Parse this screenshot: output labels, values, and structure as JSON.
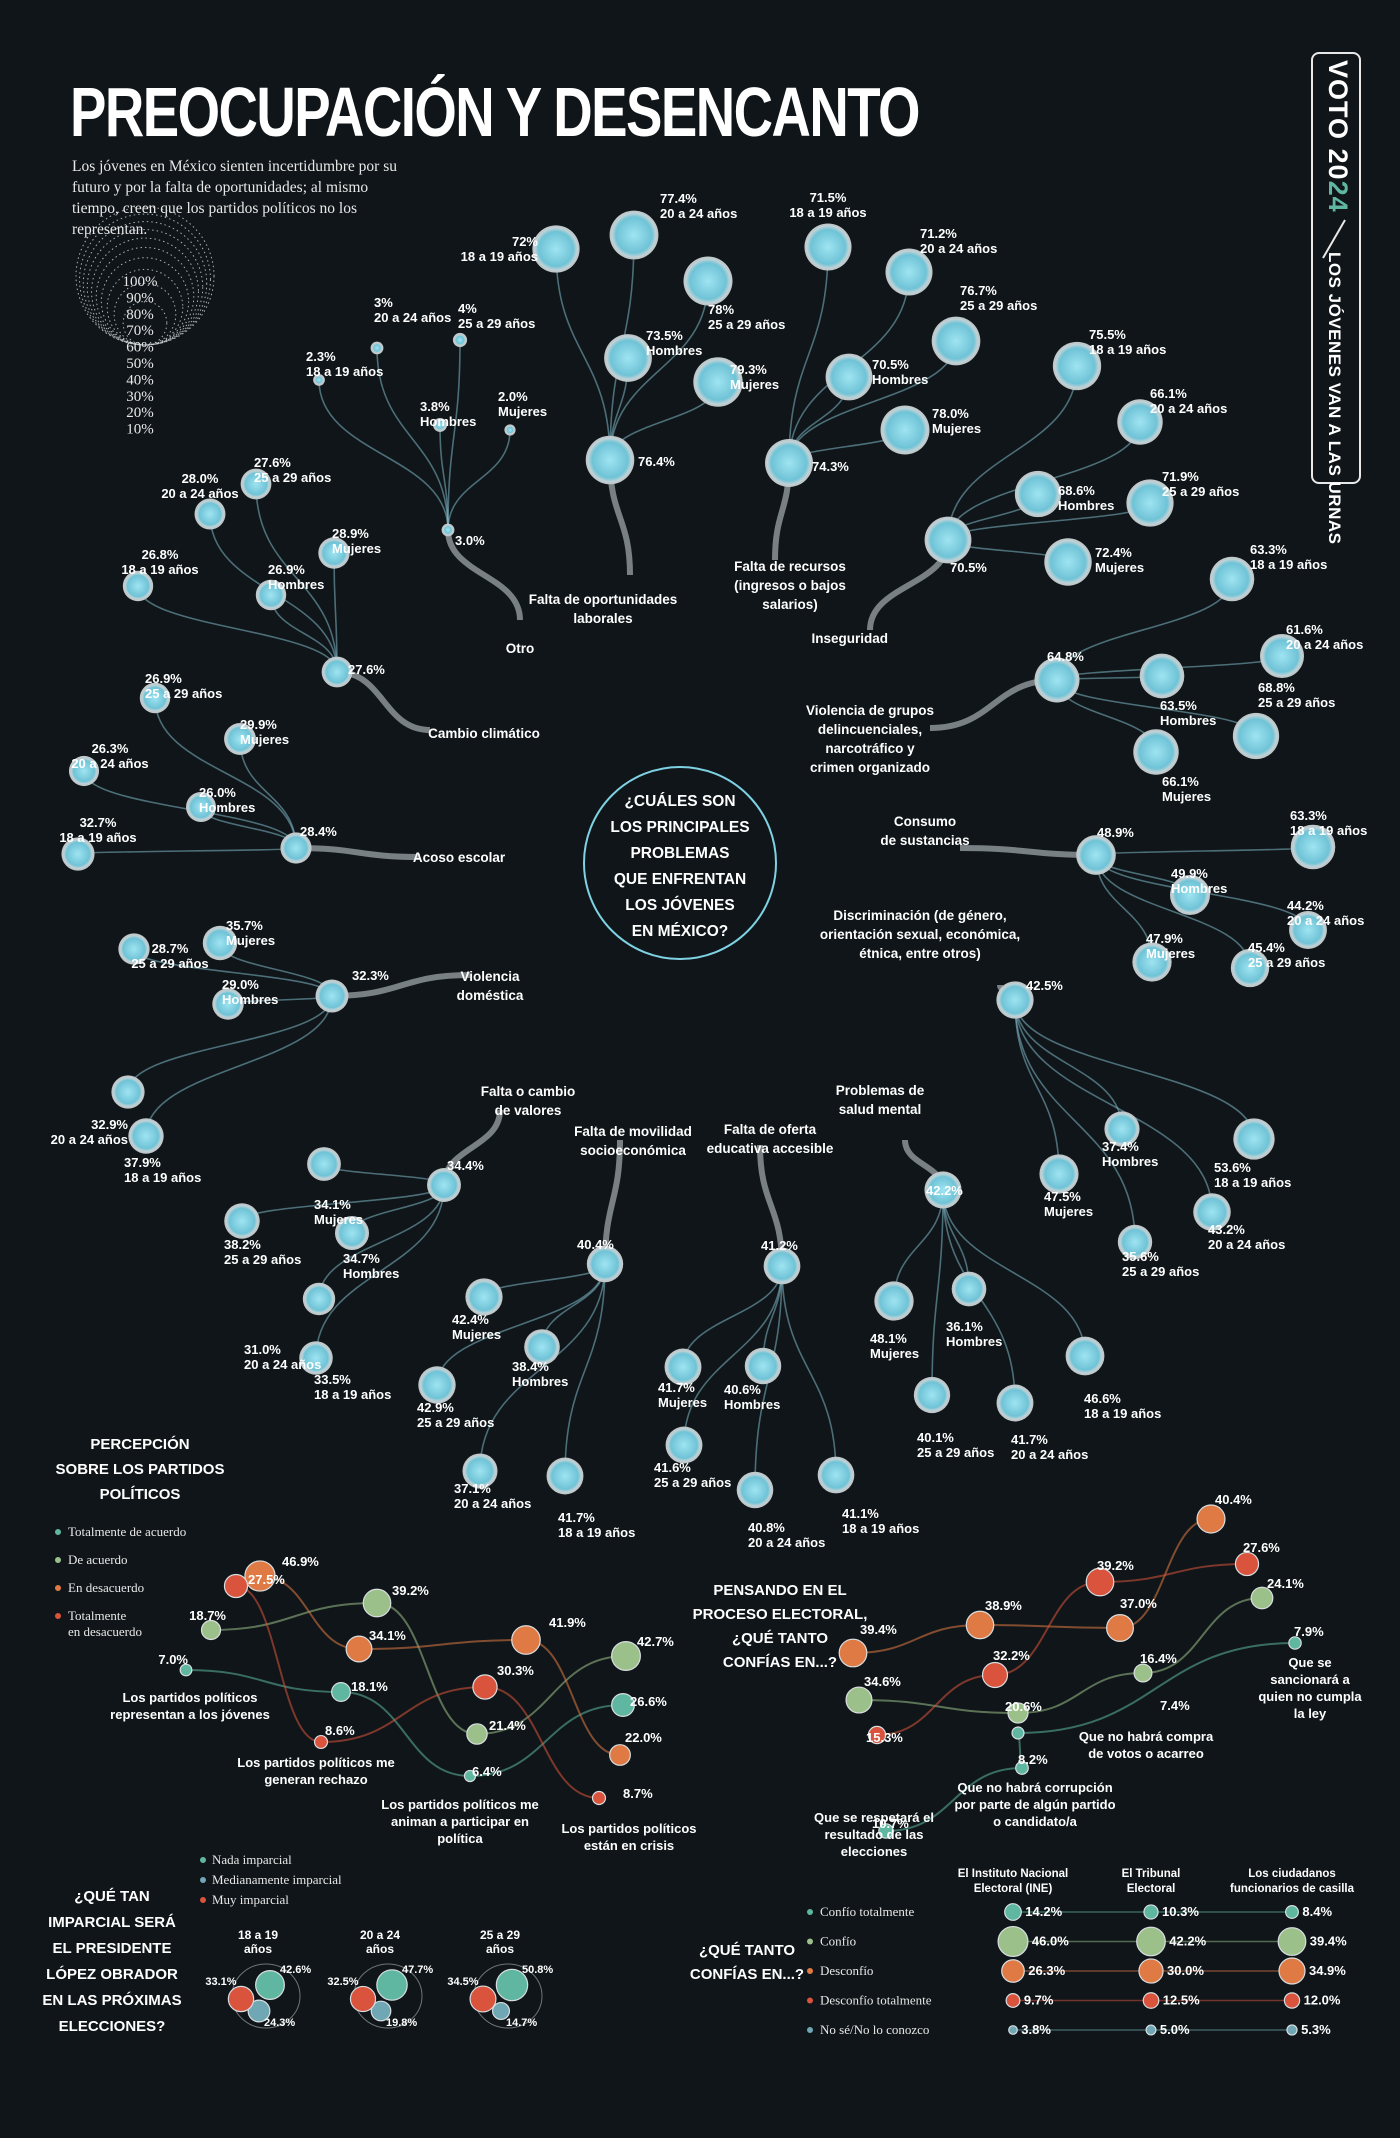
{
  "header": {
    "title": "PREOCUPACIÓN Y DESENCANTO",
    "subtitle": "Los jóvenes en México sienten incertidumbre por su futuro y por la falta de oportunidades; al mismo tiempo, creen que los partidos políticos no los representan.",
    "badge_voto": "VOTO 20",
    "badge_year": "24",
    "badge_sub": "LOS JÓVENES VAN A LAS URNAS"
  },
  "scale_legend": [
    "100%",
    "90%",
    "80%",
    "70%",
    "60%",
    "50%",
    "40%",
    "30%",
    "20%",
    "10%"
  ],
  "center_question": [
    "¿CUÁLES SON",
    "LOS PRINCIPALES",
    "PROBLEMAS",
    "QUE ENFRENTAN",
    "LOS JÓVENES",
    "EN MÉXICO?"
  ],
  "colors": {
    "bubble": "#7fd2e3",
    "stem": "#7fb8c8",
    "nada": "#5fb7a2",
    "mediana": "#9cc08a",
    "muy": "#d9533d",
    "confio_tot": "#5fb7a2",
    "confio": "#9cc08a",
    "desconfio": "#e07a45",
    "desconfio_tot": "#d9533d",
    "no_se": "#6fa7b4",
    "bg": "#0f1518"
  },
  "chart_data": [
    {
      "type": "scatter",
      "title": "¿CUÁLES SON LOS PRINCIPALES PROBLEMAS QUE ENFRENTAN LOS JÓVENES EN MÉXICO?",
      "problems": [
        {
          "name": "Falta de oportunidades laborales",
          "total": "76.4%",
          "subgroups": [
            {
              "label": "18 a 19 años",
              "value": "72%"
            },
            {
              "label": "20 a 24 años",
              "value": "77.4%"
            },
            {
              "label": "25 a 29 años",
              "value": "78%"
            },
            {
              "label": "Hombres",
              "value": "73.5%"
            },
            {
              "label": "Mujeres",
              "value": "79.3%"
            }
          ]
        },
        {
          "name": "Falta de recursos (ingresos o bajos salarios)",
          "total": "74.3%",
          "subgroups": [
            {
              "label": "18 a 19 años",
              "value": "71.5%"
            },
            {
              "label": "20 a 24 años",
              "value": "71.2%"
            },
            {
              "label": "25 a 29 años",
              "value": "76.7%"
            },
            {
              "label": "Hombres",
              "value": "70.5%"
            },
            {
              "label": "Mujeres",
              "value": "78.0%"
            }
          ]
        },
        {
          "name": "Inseguridad",
          "total": "70.5%",
          "subgroups": [
            {
              "label": "18 a 19 años",
              "value": "75.5%"
            },
            {
              "label": "20 a 24 años",
              "value": "66.1%"
            },
            {
              "label": "25 a 29 años",
              "value": "71.9%"
            },
            {
              "label": "Hombres",
              "value": "68.6%"
            },
            {
              "label": "Mujeres",
              "value": "72.4%"
            }
          ]
        },
        {
          "name": "Violencia de grupos delincuenciales, narcotráfico y crimen organizado",
          "total": "64.8%",
          "subgroups": [
            {
              "label": "18 a 19 años",
              "value": "63.3%"
            },
            {
              "label": "20 a 24 años",
              "value": "61.6%"
            },
            {
              "label": "25 a 29 años",
              "value": "68.8%"
            },
            {
              "label": "Hombres",
              "value": "63.5%"
            },
            {
              "label": "Mujeres",
              "value": "66.1%"
            }
          ]
        },
        {
          "name": "Consumo de sustancias",
          "total": "48.9%",
          "subgroups": [
            {
              "label": "18 a 19 años",
              "value": "63.3%"
            },
            {
              "label": "20 a 24 años",
              "value": "44.2%"
            },
            {
              "label": "25 a 29 años",
              "value": "45.4%"
            },
            {
              "label": "Hombres",
              "value": "49.9%"
            },
            {
              "label": "Mujeres",
              "value": "47.9%"
            }
          ]
        },
        {
          "name": "Discriminación (de género, orientación sexual, económica, étnica, entre otros)",
          "total": "42.5%",
          "subgroups": [
            {
              "label": "18 a 19 años",
              "value": "53.6%"
            },
            {
              "label": "20 a 24 años",
              "value": "43.2%"
            },
            {
              "label": "25 a 29 años",
              "value": "35.6%"
            },
            {
              "label": "Hombres",
              "value": "37.4%"
            },
            {
              "label": "Mujeres",
              "value": "47.5%"
            }
          ]
        },
        {
          "name": "Problemas de salud mental",
          "total": "42.2%",
          "subgroups": [
            {
              "label": "18 a 19 años",
              "value": "46.6%"
            },
            {
              "label": "20 a 24 años",
              "value": "41.7%"
            },
            {
              "label": "25 a 29 años",
              "value": "40.1%"
            },
            {
              "label": "Hombres",
              "value": "36.1%"
            },
            {
              "label": "Mujeres",
              "value": "48.1%"
            }
          ]
        },
        {
          "name": "Falta de oferta educativa accesible",
          "total": "41.2%",
          "subgroups": [
            {
              "label": "18 a 19 años",
              "value": "41.1%"
            },
            {
              "label": "20 a 24 años",
              "value": "40.8%"
            },
            {
              "label": "25 a 29 años",
              "value": "41.6%"
            },
            {
              "label": "Hombres",
              "value": "40.6%"
            },
            {
              "label": "Mujeres",
              "value": "41.7%"
            }
          ]
        },
        {
          "name": "Falta de movilidad socioeconómica",
          "total": "40.4%",
          "subgroups": [
            {
              "label": "18 a 19 años",
              "value": "41.7%"
            },
            {
              "label": "20 a 24 años",
              "value": "37.1%"
            },
            {
              "label": "25 a 29 años",
              "value": "42.9%"
            },
            {
              "label": "Hombres",
              "value": "38.4%"
            },
            {
              "label": "Mujeres",
              "value": "42.4%"
            }
          ]
        },
        {
          "name": "Falta o cambio de valores",
          "total": "34.4%",
          "subgroups": [
            {
              "label": "18 a 19 años",
              "value": "33.5%"
            },
            {
              "label": "20 a 24 años",
              "value": "31.0%"
            },
            {
              "label": "25 a 29 años",
              "value": "38.2%"
            },
            {
              "label": "Hombres",
              "value": "34.7%"
            },
            {
              "label": "Mujeres",
              "value": "34.1%"
            }
          ]
        },
        {
          "name": "Violencia doméstica",
          "total": "32.3%",
          "subgroups": [
            {
              "label": "18 a 19 años",
              "value": "37.9%"
            },
            {
              "label": "20 a 24 años",
              "value": "32.9%"
            },
            {
              "label": "25 a 29 años",
              "value": "28.7%"
            },
            {
              "label": "Hombres",
              "value": "29.0%"
            },
            {
              "label": "Mujeres",
              "value": "35.7%"
            }
          ]
        },
        {
          "name": "Acoso escolar",
          "total": "28.4%",
          "subgroups": [
            {
              "label": "18 a 19 años",
              "value": "32.7%"
            },
            {
              "label": "20 a 24 años",
              "value": "26.3%"
            },
            {
              "label": "25 a 29 años",
              "value": "26.9%"
            },
            {
              "label": "Hombres",
              "value": "26.0%"
            },
            {
              "label": "Mujeres",
              "value": "29.9%"
            }
          ]
        },
        {
          "name": "Cambio climático",
          "total": "27.6%",
          "subgroups": [
            {
              "label": "18 a 19 años",
              "value": "26.8%"
            },
            {
              "label": "20 a 24 años",
              "value": "28.0%"
            },
            {
              "label": "25 a 29 años",
              "value": "27.6%"
            },
            {
              "label": "Hombres",
              "value": "26.9%"
            },
            {
              "label": "Mujeres",
              "value": "28.9%"
            }
          ]
        },
        {
          "name": "Otro",
          "total": "3.0%",
          "subgroups": [
            {
              "label": "18 a 19 años",
              "value": "2.3%"
            },
            {
              "label": "20 a 24 años",
              "value": "3%"
            },
            {
              "label": "25 a 29 años",
              "value": "4%"
            },
            {
              "label": "Hombres",
              "value": "3.8%"
            },
            {
              "label": "Mujeres",
              "value": "2.0%"
            }
          ]
        }
      ]
    },
    {
      "type": "scatter",
      "title": "PERCEPCIÓN SOBRE LOS PARTIDOS POLÍTICOS",
      "legend": [
        "Totalmente de acuerdo",
        "De acuerdo",
        "En desacuerdo",
        "Totalmente en desacuerdo"
      ],
      "statements": [
        {
          "name": "Los partidos políticos representan a los jóvenes",
          "values": [
            "7.0%",
            "18.7%",
            "46.9%",
            "27.5%"
          ]
        },
        {
          "name": "Los partidos políticos me generan rechazo",
          "values": [
            "18.1%",
            "39.2%",
            "34.1%",
            "8.6%"
          ]
        },
        {
          "name": "Los partidos políticos me animan a participar en política",
          "values": [
            "6.4%",
            "21.4%",
            "41.9%",
            "30.3%"
          ]
        },
        {
          "name": "Los partidos políticos están en crisis",
          "values": [
            "26.6%",
            "42.7%",
            "22.0%",
            "8.7%"
          ]
        }
      ]
    },
    {
      "type": "scatter",
      "title": "PENSANDO EN EL PROCESO ELECTORAL, ¿QUÉ TANTO CONFÍAS EN...?",
      "legend": [
        "Confío totalmente",
        "Confío",
        "Desconfío",
        "Desconfío totalmente"
      ],
      "statements": [
        {
          "name": "Que se respetará el resultado de las elecciones",
          "values": [
            "10.7%",
            "34.6%",
            "39.4%",
            "15.3%"
          ]
        },
        {
          "name": "Que no habrá corrupción por parte de algún partido o candidato/a",
          "values": [
            "8.2%",
            "20.6%",
            "38.9%",
            "32.2%"
          ]
        },
        {
          "name": "Que no habrá compra de votos o acarreo",
          "values": [
            "7.4%",
            "16.4%",
            "37.0%",
            "39.2%"
          ]
        },
        {
          "name": "Que se sancionará a quien no cumpla la ley",
          "values": [
            "7.9%",
            "24.1%",
            "40.4%",
            "27.6%"
          ]
        }
      ]
    },
    {
      "type": "scatter",
      "title": "¿QUÉ TAN IMPARCIAL SERÁ EL PRESIDENTE LÓPEZ OBRADOR EN LAS PRÓXIMAS ELECCIONES?",
      "legend": [
        "Nada imparcial",
        "Medianamente imparcial",
        "Muy imparcial"
      ],
      "groups": [
        {
          "name": "18 a 19 años",
          "values": [
            "42.6%",
            "24.3%",
            "33.1%"
          ]
        },
        {
          "name": "20 a 24 años",
          "values": [
            "47.7%",
            "19.8%",
            "32.5%"
          ]
        },
        {
          "name": "25 a 29 años",
          "values": [
            "50.8%",
            "14.7%",
            "34.5%"
          ]
        }
      ]
    },
    {
      "type": "table",
      "title": "¿QUÉ TANTO CONFÍAS EN...?",
      "columns": [
        "El Instituto Nacional Electoral (INE)",
        "El Tribunal Electoral",
        "Los ciudadanos funcionarios de casilla"
      ],
      "rows": [
        {
          "name": "Confío totalmente",
          "values": [
            "14.2%",
            "10.3%",
            "8.4%"
          ]
        },
        {
          "name": "Confío",
          "values": [
            "46.0%",
            "42.2%",
            "39.4%"
          ]
        },
        {
          "name": "Desconfío",
          "values": [
            "26.3%",
            "30.0%",
            "34.9%"
          ]
        },
        {
          "name": "Desconfío totalmente",
          "values": [
            "9.7%",
            "12.5%",
            "12.0%"
          ]
        },
        {
          "name": "No sé/No lo conozco",
          "values": [
            "3.8%",
            "5.0%",
            "5.3%"
          ]
        }
      ]
    }
  ]
}
